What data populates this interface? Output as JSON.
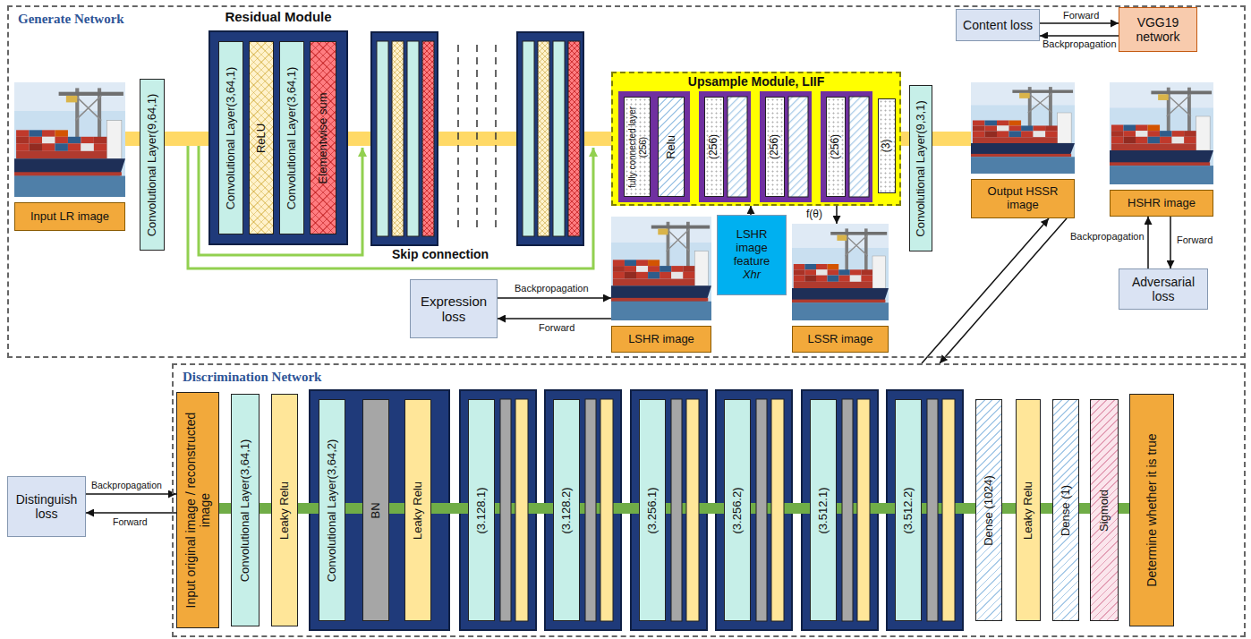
{
  "diagram": {
    "nodes": [
      {
        "text": [
          "Generate Network"
        ]
      },
      {
        "text": [
          "Input LR image"
        ],
        "in": 0
      },
      {
        "text": [
          "Convolutional Layer(9,64,1)"
        ],
        "in": 0
      },
      {
        "text": [
          "Residual Module"
        ],
        "in": 0
      },
      {
        "text": [
          "Convolutional Layer(3,64,1)"
        ],
        "in": 3
      },
      {
        "text": [
          "ReLU"
        ],
        "in": 3
      },
      {
        "text": [
          "Convolutional Layer(3,64,1)"
        ],
        "in": 3
      },
      {
        "text": [
          "Elementwise sum"
        ],
        "in": 3
      },
      {
        "text": [
          "Upsample Module, LIIF"
        ],
        "in": 0
      },
      {
        "text": [
          "fully connected layer (256)"
        ],
        "in": 8
      },
      {
        "text": [
          "Relu"
        ],
        "in": 8
      },
      {
        "text": [
          "(256)"
        ],
        "in": 8
      },
      {
        "text": [
          "(256)"
        ],
        "in": 8
      },
      {
        "text": [
          "(256)"
        ],
        "in": 8
      },
      {
        "text": [
          "(3)"
        ],
        "in": 8
      },
      {
        "text": [
          "Convolutional Layer(9,3,1)"
        ],
        "in": 0
      },
      {
        "text": [
          "Content loss"
        ],
        "in": 0
      },
      {
        "text": [
          "VGG19 network"
        ],
        "in": 0
      },
      {
        "text": [
          "Output HSSR image"
        ],
        "in": 0
      },
      {
        "text": [
          "HSHR image"
        ],
        "in": 0
      },
      {
        "text": [
          "Expression loss"
        ],
        "in": 0
      },
      {
        "text": [
          "LSHR image"
        ],
        "in": 0
      },
      {
        "text": [
          "LSHR image feature",
          "Xhr"
        ],
        "in": 0
      },
      {
        "text": [
          "LSSR image"
        ],
        "in": 0
      },
      {
        "text": [
          "Adversarial loss"
        ],
        "in": 0
      },
      {
        "text": [
          "Discrimination Network"
        ]
      },
      {
        "text": [
          "Distinguish loss"
        ]
      },
      {
        "text": [
          "Input original image / reconstructed image"
        ],
        "in": 25
      },
      {
        "text": [
          "Convolutional Layer(3,64,1)"
        ],
        "in": 25
      },
      {
        "text": [
          "Leaky Relu"
        ],
        "in": 25
      },
      {
        "text": [
          "Convolutional Layer(3,64,2)"
        ],
        "in": 25
      },
      {
        "text": [
          "BN"
        ],
        "in": 25
      },
      {
        "text": [
          "Leaky Relu"
        ],
        "in": 25
      },
      {
        "text": [
          "(3.128.1)"
        ],
        "in": 25
      },
      {
        "text": [
          "(3.128.2)"
        ],
        "in": 25
      },
      {
        "text": [
          "(3.256.1)"
        ],
        "in": 25
      },
      {
        "text": [
          "(3.256.2)"
        ],
        "in": 25
      },
      {
        "text": [
          "(3.512.1)"
        ],
        "in": 25
      },
      {
        "text": [
          "(3.512.2)"
        ],
        "in": 25
      },
      {
        "text": [
          "Dense (1024)"
        ],
        "in": 25
      },
      {
        "text": [
          "Leaky Relu"
        ],
        "in": 25
      },
      {
        "text": [
          "Dense (1)"
        ],
        "in": 25
      },
      {
        "text": [
          "Sigmoid"
        ],
        "in": 25
      },
      {
        "text": [
          "Determine whether it is true"
        ],
        "in": 25
      }
    ],
    "edges": [
      {
        "from": 1,
        "to": 2,
        "arrow": "none"
      },
      {
        "from": 2,
        "to": 3,
        "arrow": "none"
      },
      {
        "from": 3,
        "to": 8,
        "arrow": "none"
      },
      {
        "from": 8,
        "to": 15,
        "arrow": "none"
      },
      {
        "from": 15,
        "to": 18,
        "arrow": "none"
      },
      {
        "from": 16,
        "to": 17,
        "label": "Forward",
        "arrow": "to"
      },
      {
        "from": 17,
        "to": 16,
        "label": "Backpropagation",
        "arrow": "to"
      },
      {
        "from": 20,
        "to": 21,
        "label": "Backpropagation",
        "arrow": "to"
      },
      {
        "from": 21,
        "to": 20,
        "label": "Forward",
        "arrow": "to"
      },
      {
        "from": 22,
        "to": 8,
        "arrow": "to"
      },
      {
        "from": 8,
        "to": 23,
        "label": "f(θ)",
        "arrow": "to"
      },
      {
        "from": 24,
        "to": 19,
        "label": "Backpropagation",
        "arrow": "to"
      },
      {
        "from": 19,
        "to": 24,
        "label": "Forward",
        "arrow": "to"
      },
      {
        "from": 25,
        "to": 18,
        "arrow": "to"
      },
      {
        "from": 18,
        "to": 25,
        "arrow": "to"
      },
      {
        "from": 26,
        "to": 27,
        "label": "Backpropagation",
        "arrow": "to"
      },
      {
        "from": 27,
        "to": 26,
        "label": "Forward",
        "arrow": "to"
      },
      {
        "from": 27,
        "to": 28,
        "arrow": "none"
      },
      {
        "from": 28,
        "to": 29,
        "arrow": "none"
      },
      {
        "from": 29,
        "to": 30,
        "arrow": "none"
      },
      {
        "from": 30,
        "to": 31,
        "arrow": "none"
      },
      {
        "from": 31,
        "to": 32,
        "arrow": "none"
      },
      {
        "from": 32,
        "to": 33,
        "arrow": "none"
      },
      {
        "from": 33,
        "to": 34,
        "arrow": "none"
      },
      {
        "from": 34,
        "to": 35,
        "arrow": "none"
      },
      {
        "from": 35,
        "to": 36,
        "arrow": "none"
      },
      {
        "from": 36,
        "to": 37,
        "arrow": "none"
      },
      {
        "from": 37,
        "to": 38,
        "arrow": "none"
      },
      {
        "from": 38,
        "to": 39,
        "arrow": "none"
      },
      {
        "from": 39,
        "to": 40,
        "arrow": "none"
      },
      {
        "from": 40,
        "to": 41,
        "arrow": "none"
      },
      {
        "from": 41,
        "to": 42,
        "arrow": "none"
      },
      {
        "from": 42,
        "to": 43,
        "arrow": "none"
      }
    ],
    "labels": [
      "Skip connection"
    ]
  }
}
